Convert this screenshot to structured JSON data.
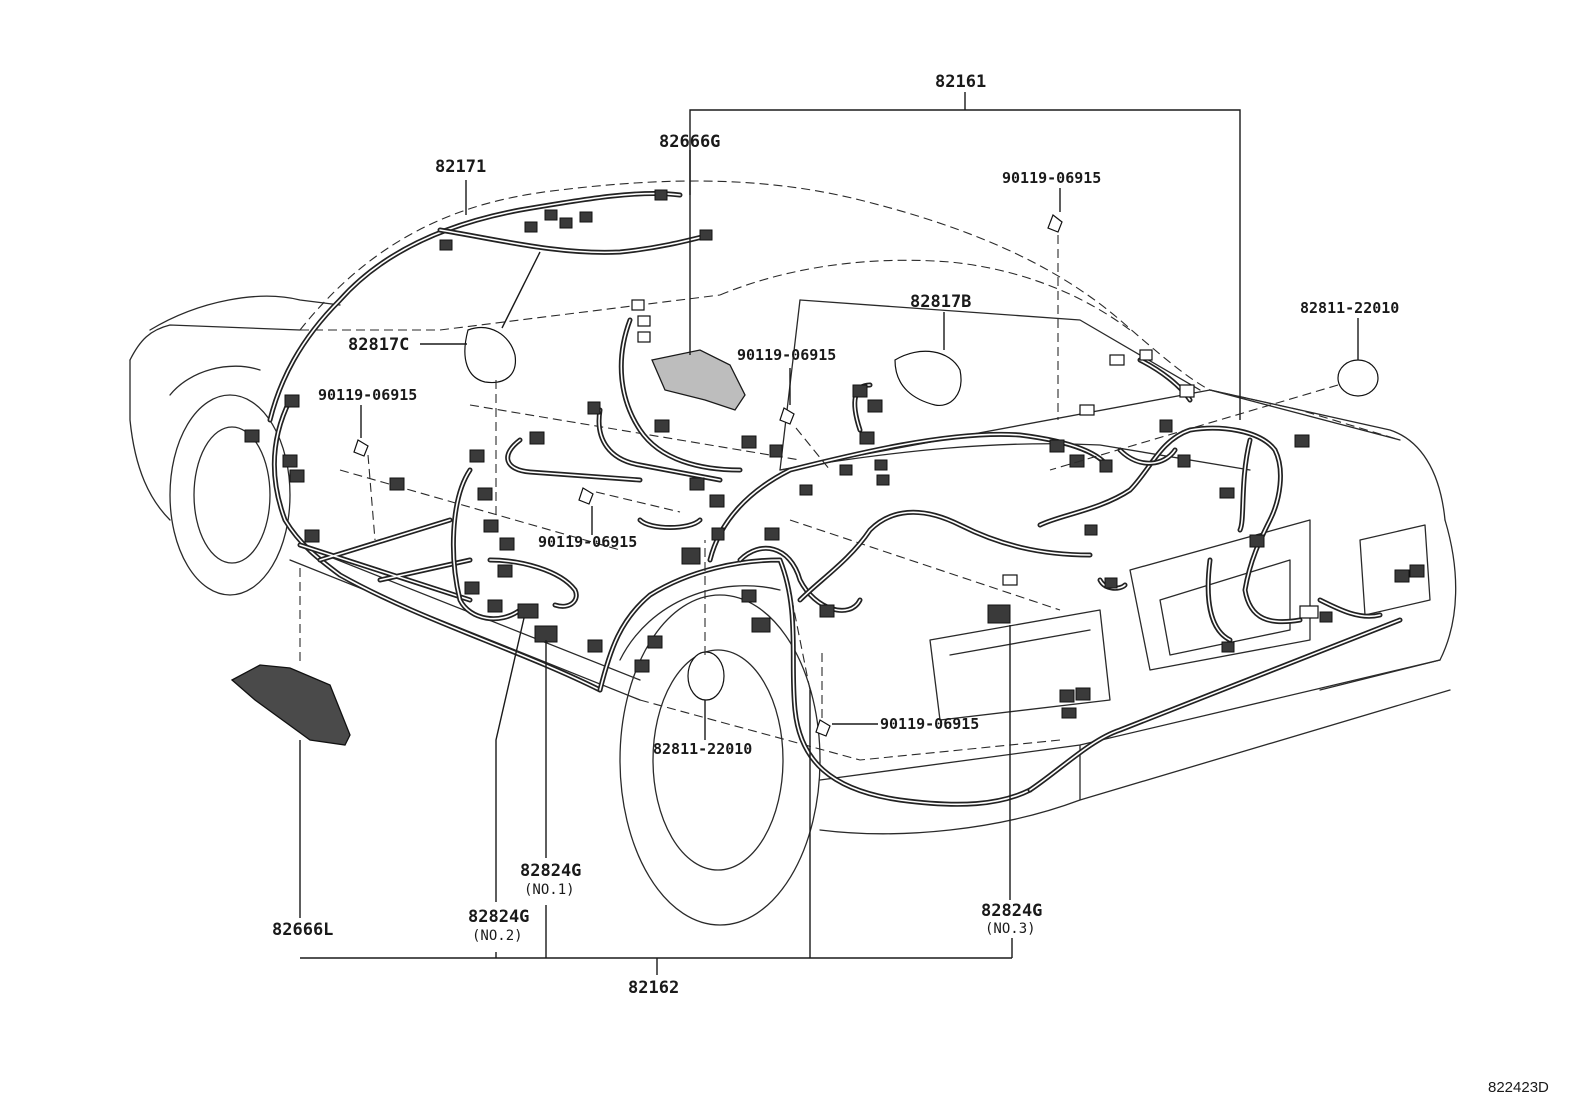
{
  "labels": {
    "p82161": "82161",
    "p82171": "82171",
    "p82666G": "82666G",
    "p82817C": "82817C",
    "p82817B": "82817B",
    "p90119_a": "90119-06915",
    "p90119_b": "90119-06915",
    "p90119_c": "90119-06915",
    "p90119_d": "90119-06915",
    "p90119_e": "90119-06915",
    "p82811_a": "82811-22010",
    "p82811_b": "82811-22010",
    "p82824G_1": "82824G",
    "p82824G_1_sub": "(NO.1)",
    "p82824G_2": "82824G",
    "p82824G_2_sub": "(NO.2)",
    "p82824G_3": "82824G",
    "p82824G_3_sub": "(NO.3)",
    "p82666L": "82666L",
    "p82162": "82162"
  },
  "reference_code": "822423D"
}
